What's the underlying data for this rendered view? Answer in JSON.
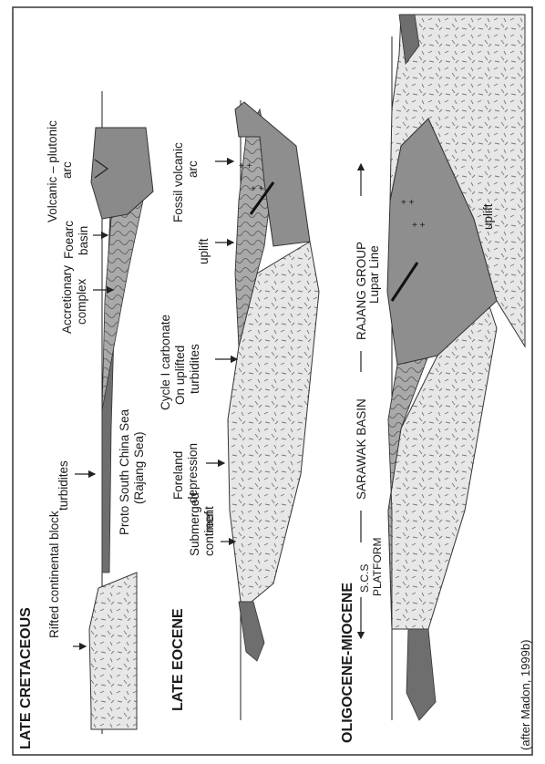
{
  "figure": {
    "credit": "(after Madon, 1999b)",
    "panels": {
      "late_cretaceous": {
        "title": "LATE CRETACEOUS",
        "labels": {
          "rifted_block": "Rifted continental block",
          "turbidites": "turbidites",
          "proto_scs": "Proto South China Sea",
          "rajang_sea": "(Rajang Sea)",
          "accretionary_1": "Accretionary",
          "accretionary_2": "complex",
          "foearc_1": "Foearc",
          "foearc_2": "basin",
          "volcanic_1": "Volcanic – plutonic",
          "volcanic_2": "arc"
        }
      },
      "late_eocene": {
        "title": "LATE EOCENE",
        "labels": {
          "submerged_1": "Submerged",
          "submerged_2": "continent",
          "reef": "reef",
          "foreland_1": "Foreland",
          "foreland_2": "depression",
          "cycle_1": "Cycle I carbonate",
          "cycle_2": "On uplifted",
          "cycle_3": "turbidites",
          "uplift": "uplift",
          "fossil_1": "Fossil volcanic",
          "fossil_2": "arc"
        }
      },
      "oligocene_miocene": {
        "title": "OLIGOCENE-MIOCENE",
        "labels": {
          "scs": "S.C.S",
          "platform": "PLATFORM",
          "sarawak_basin": "SARAWAK BASIN",
          "rajang_group": "RAJANG GROUP",
          "lupar_line": "Lupar Line",
          "uplift": "uplift"
        }
      }
    }
  }
}
